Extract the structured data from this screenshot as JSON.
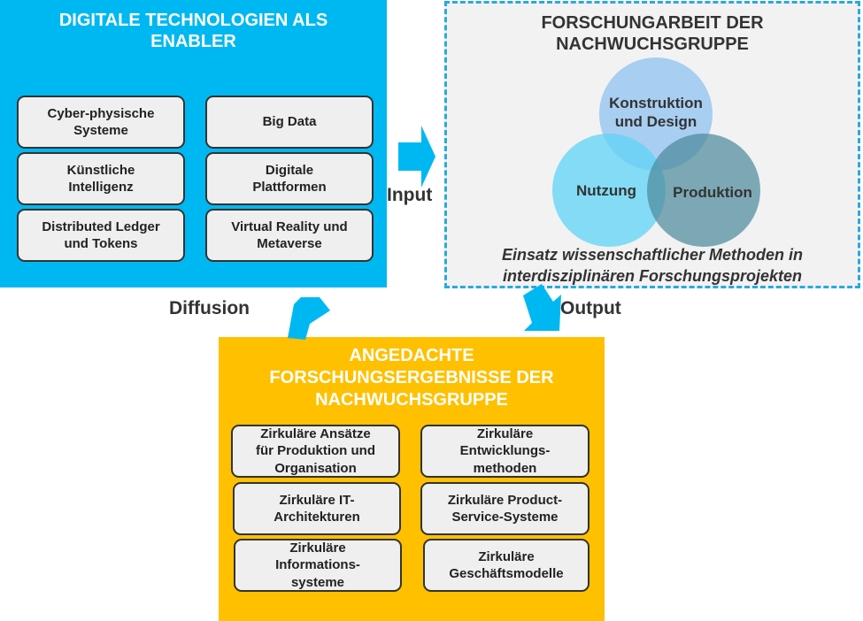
{
  "tech_panel": {
    "title": "DIGITALE TECHNOLOGIEN ALS\nENABLER",
    "items": [
      "Cyber-physische\nSysteme",
      "Big Data",
      "Künstliche\nIntelligenz",
      "Digitale\nPlattformen",
      "Distributed Ledger\nund Tokens",
      "Virtual Reality und\nMetaverse"
    ]
  },
  "research_panel": {
    "title": "FORSCHUNGARBEIT DER\nNACHWUCHSGRUPPE",
    "venn": [
      "Konstruktion\nund Design",
      "Nutzung",
      "Produktion"
    ],
    "methods": "Einsatz wissenschaftlicher Methoden in\ninterdisziplinären Forschungsprojekten"
  },
  "results_panel": {
    "title": "ANGEDACHTE\nFORSCHUNGSERGEBNISSE DER\nNACHWUCHSGRUPPE",
    "items": [
      "Zirkuläre Ansätze\nfür Produktion und\nOrganisation",
      "Zirkuläre\nEntwicklungs-\nmethoden",
      "Zirkuläre IT-\nArchitekturen",
      "Zirkuläre Product-\nService-Systeme",
      "Zirkuläre\nInformations-\nsysteme",
      "Zirkuläre\nGeschäftsmodelle"
    ]
  },
  "flows": {
    "input": "Input",
    "output": "Output",
    "diffusion": "Diffusion"
  },
  "colors": {
    "tech_bg": "#00b8f1",
    "results_bg": "#ffc000",
    "research_border": "#29a9e0",
    "venn_top": "#8fc2f0",
    "venn_left": "#5fd3f5",
    "venn_right": "#5e9aac"
  }
}
